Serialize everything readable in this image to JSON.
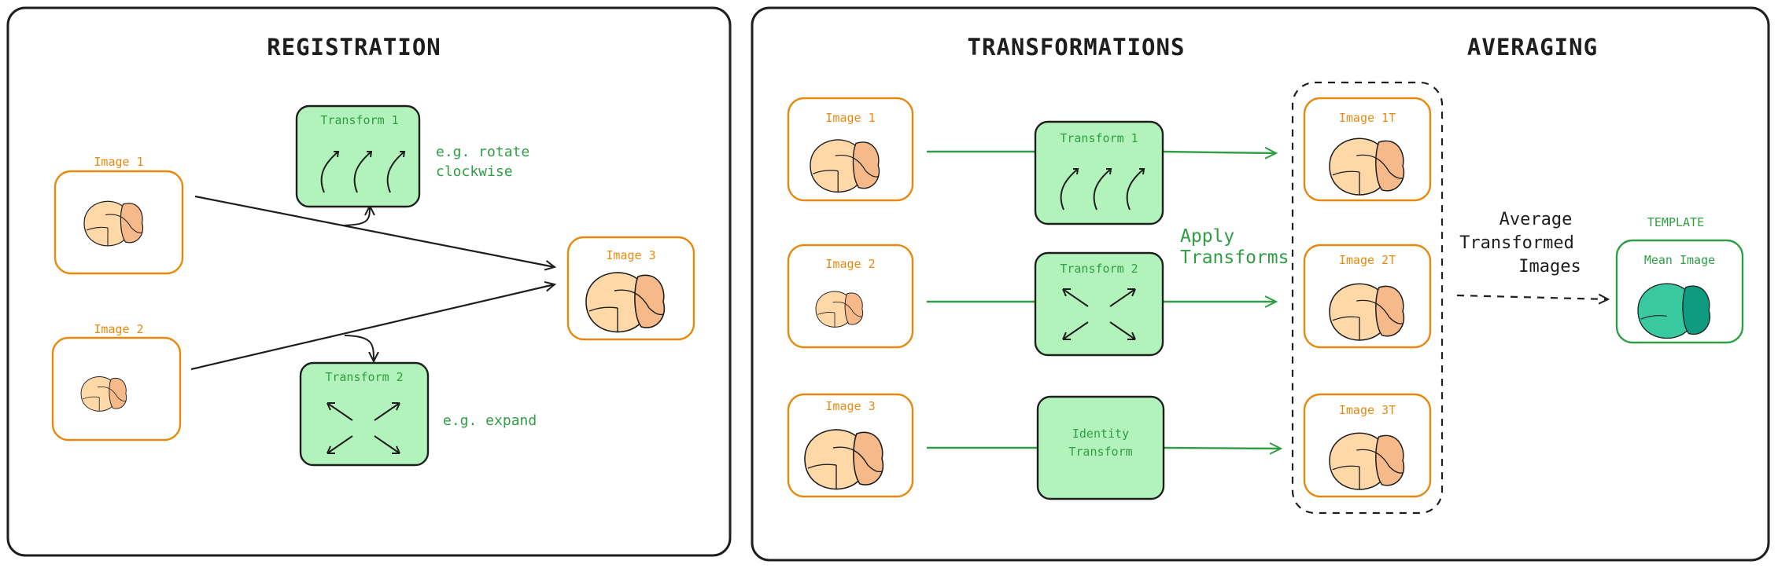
{
  "registration": {
    "title": "REGISTRATION",
    "image1": "Image 1",
    "image2": "Image 2",
    "image3": "Image 3",
    "transform1": "Transform 1",
    "transform2": "Transform 2",
    "note1_line1": "e.g. rotate",
    "note1_line2": "clockwise",
    "note2": "e.g. expand"
  },
  "transformations": {
    "title": "TRANSFORMATIONS",
    "image1": "Image 1",
    "image2": "Image 2",
    "image3": "Image 3",
    "transform1": "Transform 1",
    "transform2": "Transform 2",
    "identity_line1": "Identity",
    "identity_line2": "Transform",
    "apply_line1": "Apply",
    "apply_line2": "Transforms"
  },
  "averaging": {
    "title": "AVERAGING",
    "image1t": "Image 1T",
    "image2t": "Image 2T",
    "image3t": "Image 3T",
    "avg_line1": "Average",
    "avg_line2": "Transformed",
    "avg_line3": "Images",
    "template_label": "TEMPLATE",
    "mean_image": "Mean Image"
  },
  "colors": {
    "orange": "#e8890f",
    "green": "#2f9e44",
    "green_fill": "#b2f2bb",
    "brain_fill": "#ffd8a8",
    "brain_dark": "#f5b98a",
    "mean_brain": "#38c9a0"
  }
}
